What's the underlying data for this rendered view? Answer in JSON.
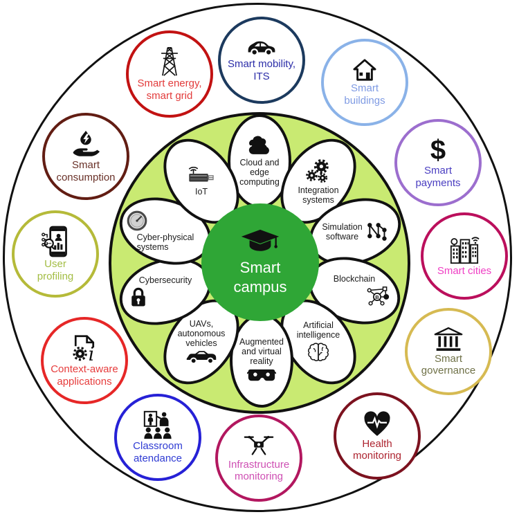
{
  "figure_title": "Smart campus",
  "colors": {
    "outer_circle_border": "#111111",
    "inner_disc_bg": "#c9ea72",
    "center_bg": "#2fa636",
    "center_text": "#ffffff",
    "petal_bg": "#ffffff",
    "petal_border": "#111111",
    "petal_text": "#1a1a1a"
  },
  "icons": {
    "dollar": "$",
    "blockchain_letter": "B",
    "info_letter": "i"
  },
  "center": {
    "label": "Smart\ncampus",
    "icon": "graduation-cap-icon"
  },
  "inner_ring": {
    "petals": [
      {
        "label": "Cloud and\nedge\ncomputing",
        "icon": "cloud-icon"
      },
      {
        "label": "Integration\nsystems",
        "icon": "gears-icon"
      },
      {
        "label": "Simulation\nsoftware",
        "icon": "network-nodes-icon"
      },
      {
        "label": "Blockchain",
        "icon": "blockchain-network-icon"
      },
      {
        "label": "Artificial\nintelligence",
        "icon": "brain-icon"
      },
      {
        "label": "Augmented\nand virtual\nreality",
        "icon": "vr-headset-icon"
      },
      {
        "label": "UAVs,\nautonomous\nvehicles",
        "icon": "sedan-car-icon"
      },
      {
        "label": "Cybersecurity",
        "icon": "padlock-icon"
      },
      {
        "label": "Cyber-physical\nsystems",
        "icon": "gauge-icon"
      },
      {
        "label": "IoT",
        "icon": "usb-dongle-icon"
      }
    ]
  },
  "outer_ring": {
    "items": [
      {
        "label": "Smart energy,\nsmart grid",
        "icon": "transmission-tower-icon",
        "border_color": "#c21212",
        "text_color": "#e23b3b"
      },
      {
        "label": "Smart mobility,\nITS",
        "icon": "car-icon",
        "border_color": "#1c3a5e",
        "text_color": "#2b2da8"
      },
      {
        "label": "Smart\nbuildings",
        "icon": "house-icon",
        "border_color": "#8ab2e8",
        "text_color": "#7f9be3"
      },
      {
        "label": "Smart\npayments",
        "icon": "dollar-icon",
        "border_color": "#9c6ece",
        "text_color": "#4a3ec1"
      },
      {
        "label": "Smart cities",
        "icon": "city-buildings-icon",
        "border_color": "#bb0f5c",
        "text_color": "#ef3ec4"
      },
      {
        "label": "Smart\ngovernance",
        "icon": "government-building-icon",
        "border_color": "#d6ba52",
        "text_color": "#6f7147"
      },
      {
        "label": "Health\nmonitoring",
        "icon": "heart-pulse-icon",
        "border_color": "#7c121f",
        "text_color": "#ad2430"
      },
      {
        "label": "Infrastructure\nmonitoring",
        "icon": "drone-icon",
        "border_color": "#b2175f",
        "text_color": "#ce4fb3"
      },
      {
        "label": "Classroom\natendance",
        "icon": "classroom-icon",
        "border_color": "#2621d6",
        "text_color": "#2f3bd3"
      },
      {
        "label": "Context-aware\napplications",
        "icon": "document-info-gear-icon",
        "border_color": "#e62727",
        "text_color": "#e63c3c"
      },
      {
        "label": "User\nprofiling",
        "icon": "phone-profile-icon",
        "border_color": "#b5ba39",
        "text_color": "#a3bd44"
      },
      {
        "label": "Smart\nconsumption",
        "icon": "hand-energy-icon",
        "border_color": "#621d13",
        "text_color": "#693128"
      }
    ]
  }
}
